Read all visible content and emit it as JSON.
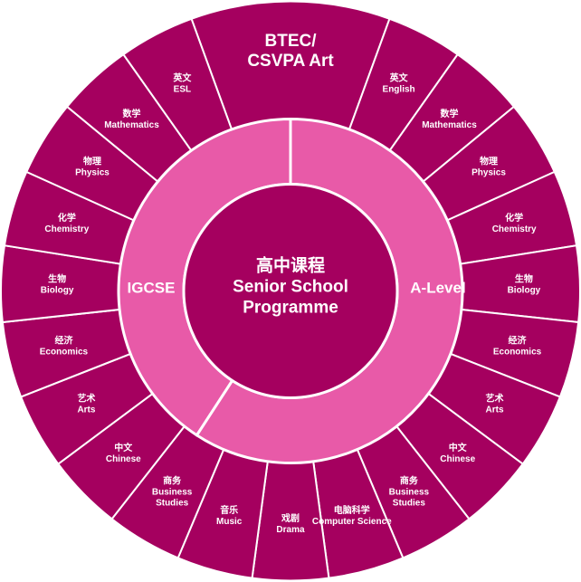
{
  "center": {
    "lines": [
      "高中课程",
      "Senior School",
      "Programme"
    ]
  },
  "inner_ring": {
    "igcse": "IGCSE",
    "alevel": "A-Level"
  },
  "outer_ring": [
    {
      "id": "btec",
      "lines": [
        "BTEC/",
        "CSVPA Art"
      ],
      "big": true
    },
    {
      "id": "al-english",
      "lines": [
        "英文",
        "English"
      ]
    },
    {
      "id": "al-mathematics",
      "lines": [
        "数学",
        "Mathematics"
      ]
    },
    {
      "id": "al-physics",
      "lines": [
        "物理",
        "Physics"
      ]
    },
    {
      "id": "al-chemistry",
      "lines": [
        "化学",
        "Chemistry"
      ]
    },
    {
      "id": "al-biology",
      "lines": [
        "生物",
        "Biology"
      ]
    },
    {
      "id": "al-economics",
      "lines": [
        "经济",
        "Economics"
      ]
    },
    {
      "id": "al-arts",
      "lines": [
        "艺术",
        "Arts"
      ]
    },
    {
      "id": "al-chinese",
      "lines": [
        "中文",
        "Chinese"
      ]
    },
    {
      "id": "al-business-studies",
      "lines": [
        "商务",
        "Business",
        "Studies"
      ]
    },
    {
      "id": "al-computer-science",
      "lines": [
        "电脑科学",
        "Computer Science"
      ]
    },
    {
      "id": "drama",
      "lines": [
        "戏剧",
        "Drama"
      ]
    },
    {
      "id": "ig-music",
      "lines": [
        "音乐",
        "Music"
      ]
    },
    {
      "id": "ig-business-studies",
      "lines": [
        "商务",
        "Business",
        "Studies"
      ]
    },
    {
      "id": "ig-chinese",
      "lines": [
        "中文",
        "Chinese"
      ]
    },
    {
      "id": "ig-arts",
      "lines": [
        "艺术",
        "Arts"
      ]
    },
    {
      "id": "ig-economics",
      "lines": [
        "经济",
        "Economics"
      ]
    },
    {
      "id": "ig-biology",
      "lines": [
        "生物",
        "Biology"
      ]
    },
    {
      "id": "ig-chemistry",
      "lines": [
        "化学",
        "Chemistry"
      ]
    },
    {
      "id": "ig-physics",
      "lines": [
        "物理",
        "Physics"
      ]
    },
    {
      "id": "ig-mathematics",
      "lines": [
        "数学",
        "Mathematics"
      ]
    },
    {
      "id": "ig-esl",
      "lines": [
        "英文",
        "ESL"
      ]
    }
  ],
  "colors": {
    "outer": "#a5005f",
    "inner": "#e85aa8",
    "hub": "#a5005f",
    "text": "#ffffff"
  }
}
